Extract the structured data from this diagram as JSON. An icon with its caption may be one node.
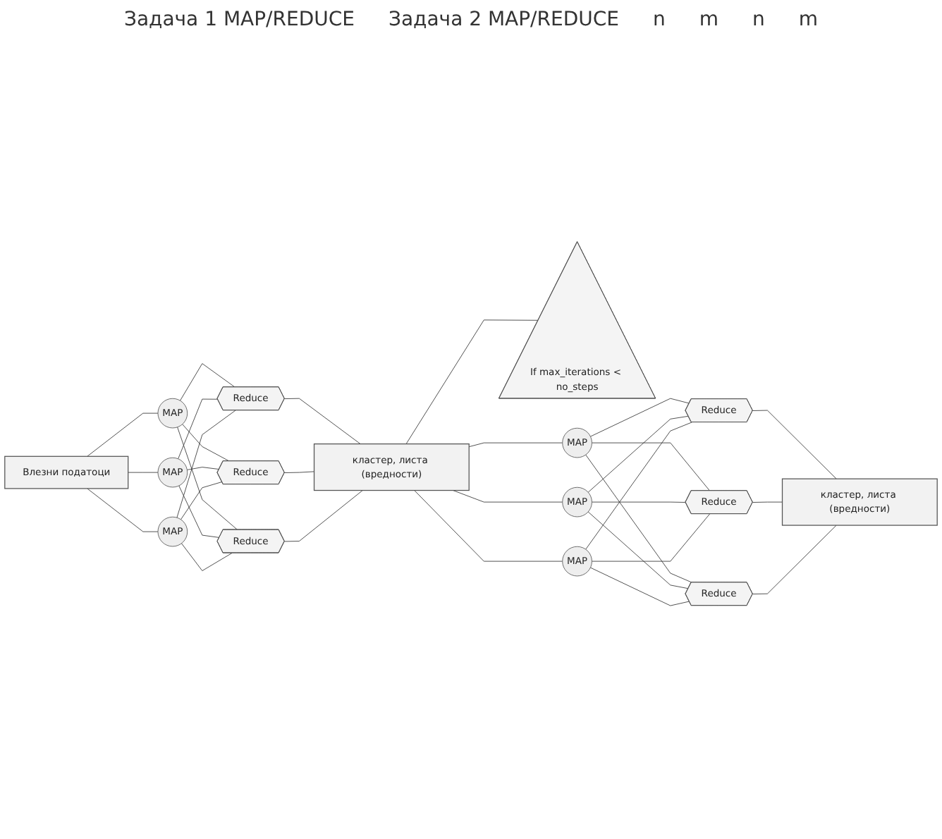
{
  "diagram": {
    "nodes": [
      {
        "text": [
          "Влезни податоци"
        ]
      },
      {
        "text": [
          "MAP"
        ]
      },
      {
        "text": [
          "MAP"
        ]
      },
      {
        "text": [
          "MAP"
        ]
      },
      {
        "text": [
          "Reduce"
        ]
      },
      {
        "text": [
          "Reduce"
        ]
      },
      {
        "text": [
          "Reduce"
        ]
      },
      {
        "text": [
          "кластер, листа (вредности)"
        ]
      },
      {
        "text": [
          "If max_iterations < no_steps"
        ]
      },
      {
        "text": [
          "MAP"
        ]
      },
      {
        "text": [
          "MAP"
        ]
      },
      {
        "text": [
          "MAP"
        ]
      },
      {
        "text": [
          "Reduce"
        ]
      },
      {
        "text": [
          "Reduce"
        ]
      },
      {
        "text": [
          "Reduce"
        ]
      },
      {
        "text": [
          "кластер, листа (вредности)"
        ]
      }
    ],
    "edges": [
      {
        "from": 0,
        "to": 1,
        "arrow": "none"
      },
      {
        "from": 0,
        "to": 2,
        "arrow": "none"
      },
      {
        "from": 0,
        "to": 3,
        "arrow": "none"
      },
      {
        "from": 1,
        "to": 4,
        "arrow": "none"
      },
      {
        "from": 1,
        "to": 5,
        "arrow": "none"
      },
      {
        "from": 1,
        "to": 6,
        "arrow": "none"
      },
      {
        "from": 2,
        "to": 4,
        "arrow": "none"
      },
      {
        "from": 2,
        "to": 5,
        "arrow": "none"
      },
      {
        "from": 2,
        "to": 6,
        "arrow": "none"
      },
      {
        "from": 3,
        "to": 4,
        "arrow": "none"
      },
      {
        "from": 3,
        "to": 5,
        "arrow": "none"
      },
      {
        "from": 3,
        "to": 6,
        "arrow": "none"
      },
      {
        "from": 4,
        "to": 7,
        "arrow": "none"
      },
      {
        "from": 5,
        "to": 7,
        "arrow": "none"
      },
      {
        "from": 6,
        "to": 7,
        "arrow": "none"
      },
      {
        "from": 7,
        "to": 8,
        "arrow": "none"
      },
      {
        "from": 7,
        "to": 9,
        "arrow": "none"
      },
      {
        "from": 7,
        "to": 10,
        "arrow": "none"
      },
      {
        "from": 7,
        "to": 11,
        "arrow": "none"
      },
      {
        "from": 9,
        "to": 12,
        "arrow": "none"
      },
      {
        "from": 9,
        "to": 13,
        "arrow": "none"
      },
      {
        "from": 9,
        "to": 14,
        "arrow": "none"
      },
      {
        "from": 10,
        "to": 12,
        "arrow": "none"
      },
      {
        "from": 10,
        "to": 13,
        "arrow": "none"
      },
      {
        "from": 10,
        "to": 14,
        "arrow": "none"
      },
      {
        "from": 11,
        "to": 12,
        "arrow": "none"
      },
      {
        "from": 11,
        "to": 13,
        "arrow": "none"
      },
      {
        "from": 11,
        "to": 14,
        "arrow": "none"
      },
      {
        "from": 12,
        "to": 15,
        "arrow": "none"
      },
      {
        "from": 13,
        "to": 15,
        "arrow": "none"
      },
      {
        "from": 14,
        "to": 15,
        "arrow": "none"
      }
    ],
    "labels": [
      "Задача 1 MAP/REDUCE",
      "Задача 2 MAP/REDUCE",
      "n",
      "m",
      "n",
      "m"
    ]
  }
}
